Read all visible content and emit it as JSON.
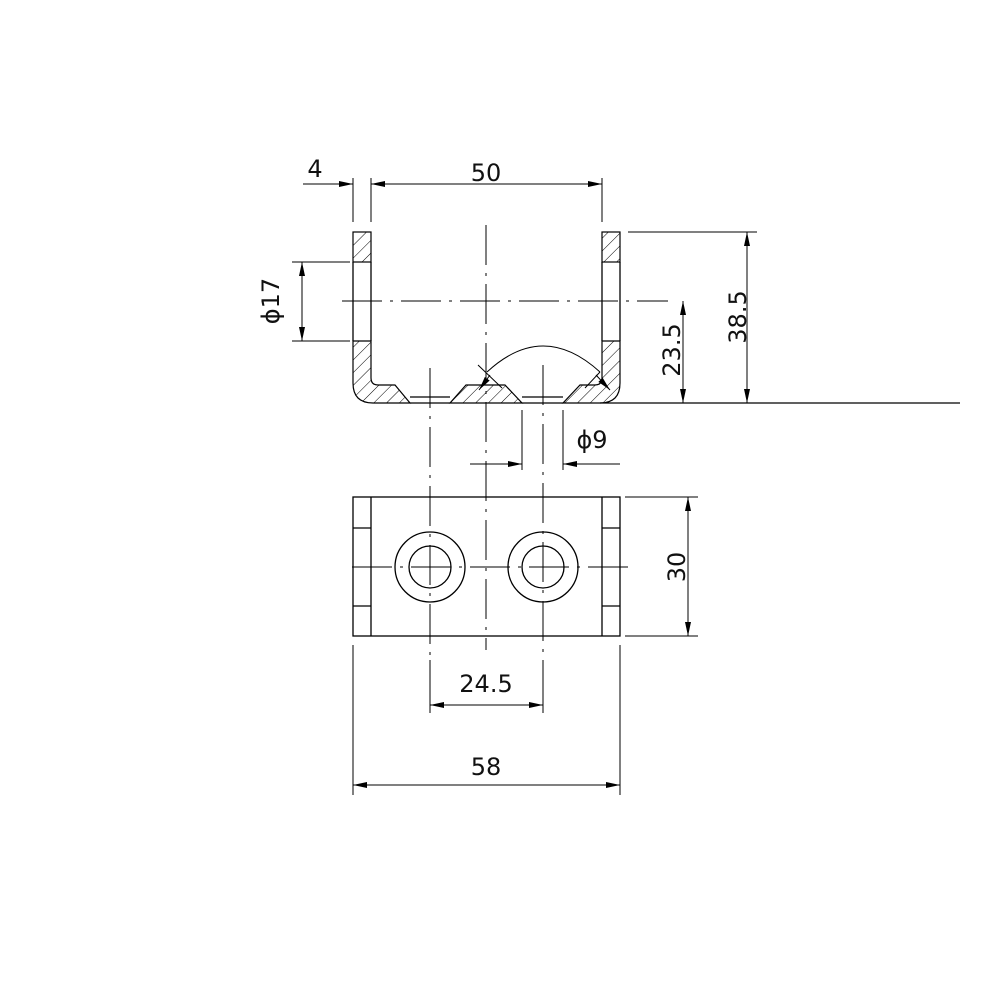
{
  "drawing": {
    "title": "U-bracket with two countersunk holes",
    "dimensions": {
      "wall_thickness": "4",
      "inner_width": "50",
      "side_hole_dia": "ϕ17",
      "total_height": "38.5",
      "hole_center_height": "23.5",
      "bottom_hole_dia": "ϕ9",
      "depth": "30",
      "hole_spacing": "24.5",
      "total_width": "58"
    }
  }
}
